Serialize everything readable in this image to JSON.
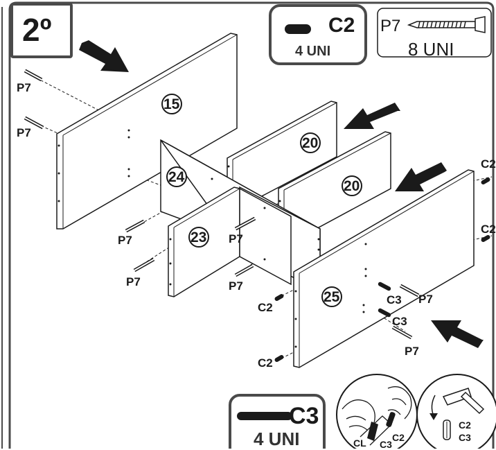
{
  "step": {
    "label": "2º"
  },
  "hardware": {
    "c2": {
      "code": "C2",
      "qty": "4 UNI"
    },
    "p7": {
      "code": "P7",
      "qty": "8 UNI"
    },
    "c3": {
      "code": "C3",
      "qty": "4 UNI"
    }
  },
  "panels": [
    "15",
    "20",
    "20",
    "24",
    "23",
    "25"
  ],
  "labels": {
    "p7": "P7",
    "c2": "C2",
    "c3": "C3",
    "cl": "CL"
  },
  "colors": {
    "ink": "#1a1a1a",
    "panel": "#ffffff",
    "frame": "#4a4a4a"
  },
  "icons": [
    "arrow-icon",
    "dowel-icon",
    "screw-icon",
    "hammer-icon",
    "hands-icon"
  ]
}
